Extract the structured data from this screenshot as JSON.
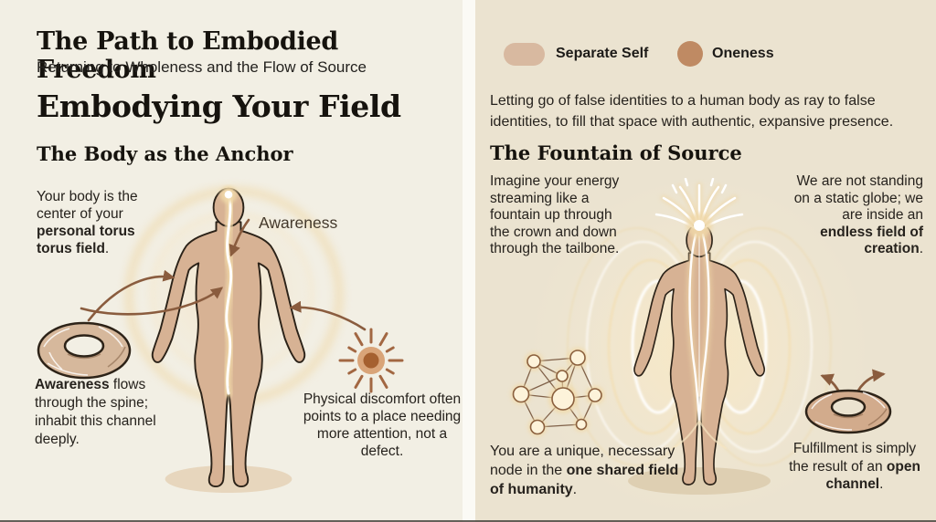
{
  "left_panel": {
    "title": "The Path to Embodied Freedom",
    "subtitle": "Returning to Wholeness and the Flow of Source",
    "heading": "Embodying Your Field",
    "section_heading": "The Body as the Anchor",
    "note_body_center": {
      "pre": "Your body is the center of your ",
      "bold": "personal torus torus field",
      "post": "."
    },
    "awareness_label": "Awareness",
    "note_awareness": {
      "bold": "Awareness",
      "post": " flows through the spine; inhabit this channel deeply."
    },
    "note_discomfort": "Physical discomfort often points to a place needing more attention, not a defect."
  },
  "right_panel": {
    "legend": [
      {
        "label": "Separate Self",
        "color": "#d8b9a0",
        "shape": "pill"
      },
      {
        "label": "Oneness",
        "color": "#bf8a63",
        "shape": "circle"
      }
    ],
    "intro": "Letting go of false identities to a human body as ray to false identities, to fill that space with authentic, expansive presence.",
    "section_heading": "The Fountain of Source",
    "note_fountain": "Imagine your energy streaming like a fountain up through the crown and down through the tailbone.",
    "note_globe": {
      "pre": "We are not standing on a static globe; we are inside an ",
      "bold": "endless field of creation",
      "post": "."
    },
    "note_node": {
      "pre": "You are a unique, necessary node in the ",
      "bold": "one shared field of humanity",
      "post": "."
    },
    "note_fulfillment": {
      "pre": "Fulfillment is simply the result of an ",
      "bold": "open channel",
      "post": "."
    }
  },
  "icons": {
    "torus": "donut-with-swirls",
    "torus_channel": "donut-with-arrows-out-of-center",
    "sunburst": "radiating-dot",
    "network": "connected-glowing-nodes",
    "human_figure": "standing-body-outline",
    "energy_fountain": "field-lines-around-body"
  },
  "colors": {
    "left_bg": "#f2efe4",
    "right_bg": "#ebe3d0",
    "divider": "#fbfaf5",
    "text": "#26221d",
    "arrow_brown": "#8a5c3e",
    "skin": "#d7b294",
    "glow_gold": "#f0d8a8",
    "separate_self_swatch": "#d8b9a0",
    "oneness_swatch": "#bf8a63"
  }
}
